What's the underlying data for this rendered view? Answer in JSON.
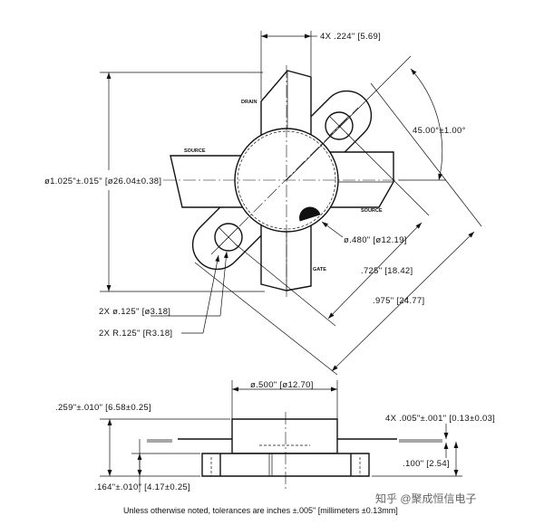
{
  "dimensions": {
    "leads_width": "4X .224\" [5.69]",
    "flange_angle": "45.00°±1.00°",
    "overall_diameter": "ø1.025\"±.015\" [ø26.04±0.38]",
    "body_diameter": "ø.480\" [ø12.19]",
    "hole_spacing": ".725\" [18.42]",
    "flange_length": ".975\" [24.77]",
    "hole_diameter": "2X ø.125\" [ø3.18]",
    "flange_radius": "2X R.125\" [R3.18]",
    "cap_diameter": "ø.500\" [ø12.70]",
    "total_height": ".259\"±.010\" [6.58±0.25]",
    "lead_thickness": "4X .005\"±.001\" [0.13±0.03]",
    "lead_height": ".100\" [2.54]",
    "flange_height": ".164\"±.010\" [4.17±0.25]"
  },
  "labels": {
    "drain": "DRAIN",
    "source_left": "SOURCE",
    "source_right": "SOURCE",
    "gate": "GATE"
  },
  "note": "Unless otherwise noted, tolerances are inches ±.005\" [millimeters ±0.13mm]",
  "watermark": "知乎 @聚成恒信电子"
}
